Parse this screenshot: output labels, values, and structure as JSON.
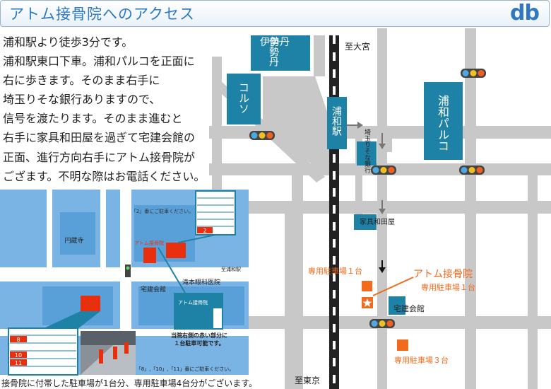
{
  "header": {
    "title": "アトム接骨院へのアクセス",
    "logo": "db"
  },
  "directions": [
    "浦和駅より徒歩3分です。",
    "浦和駅東口下車。浦和パルコを正面に",
    "右に歩きます。そのまま右手に",
    "埼玉りそな銀行ありますので、",
    "信号を渡たります。そのまま進むと",
    "右手に家具和田屋を過ぎて宅建会館の",
    "正面、進行方向右手にアトム接骨院が",
    "ござます。不明な際はお電話ください。"
  ],
  "parking_caption": "接骨院に付帯した駐車場が1台分、専用駐車場4台分がございます。",
  "map": {
    "to_omiya": "至大宮",
    "to_tokyo": "至東京",
    "isetan": "伊勢丹",
    "korusu": "コルソ",
    "urawa_station": "浦和駅",
    "urawa_parco": "浦和パルコ",
    "resona": "埼玉りそな銀行",
    "wadaya": "家具和田屋",
    "parking1_label": "専用駐車場１台",
    "atom_label": "アトム接骨院",
    "atom_sub": "専用駐車場１台",
    "takken": "宅建会館",
    "parking3": "専用駐車場３台"
  },
  "inset": {
    "note_2": "「2」番にご駐車ください。",
    "enzoji": "円蔵寺",
    "atom_small": "アトム接骨院",
    "to_urawa": "至浦和駅",
    "takiyama": "滝本眼科医院",
    "takken": "宅建会館",
    "atom_building": "アトム接骨院",
    "red_note_1": "当院右側の赤い部分に",
    "red_note_2": "１台駐車可能です。",
    "note_bottom": "「8」,「10」,「11」番にご駐車ください。",
    "slot_2": "2",
    "slots_left": [
      "8",
      "10",
      "11"
    ]
  },
  "colors": {
    "accent_blue": "#2f79c0",
    "building_teal": "#1d82a6",
    "road_gray": "#c8c8c8",
    "parking_orange": "#f26a1b",
    "inset_blue": "#5aa0d8",
    "red_mark": "#e8300f"
  }
}
